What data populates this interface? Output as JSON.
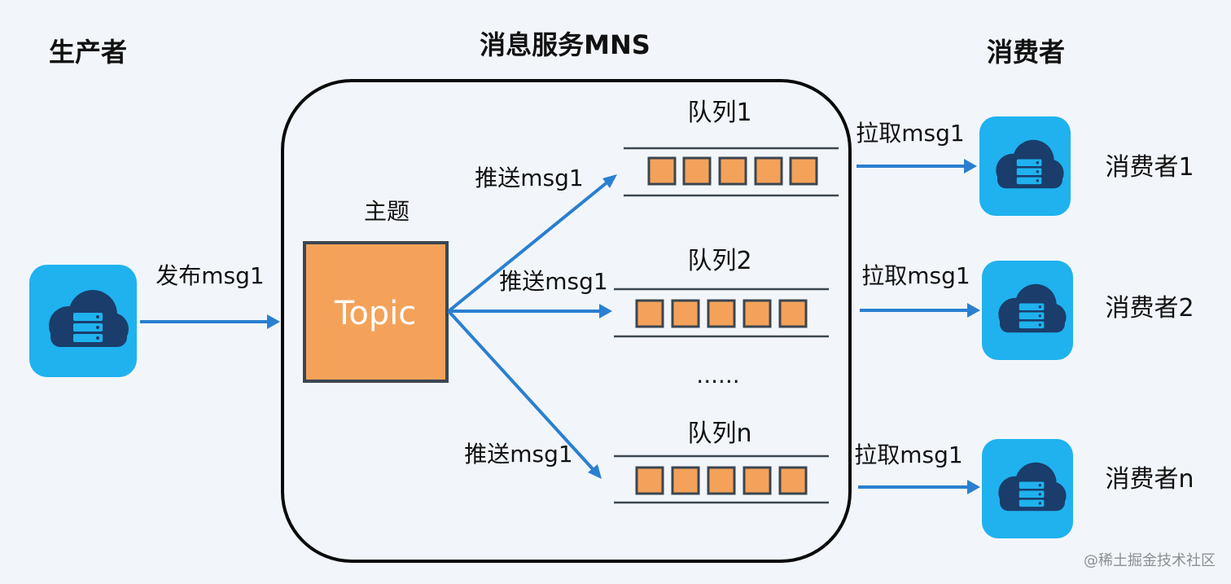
{
  "headings": {
    "producer": "生产者",
    "service": "消息服务MNS",
    "consumer": "消费者"
  },
  "producer": {
    "icon": "cloud-server-icon",
    "publish_label": "发布msg1"
  },
  "topic": {
    "title": "主题",
    "label": "Topic"
  },
  "push_label": "推送msg1",
  "pull_label": "拉取msg1",
  "ellipsis": "......",
  "queues": [
    {
      "title": "队列1",
      "consumer": "消费者1"
    },
    {
      "title": "队列2",
      "consumer": "消费者2"
    },
    {
      "title": "队列n",
      "consumer": "消费者n"
    }
  ],
  "colors": {
    "icon_blue": "#1fb2ee",
    "icon_dark": "#1a3d6b",
    "topic_orange": "#f4a25a",
    "arrow_blue": "#2a7fd0"
  },
  "watermark": "@稀土掘金技术社区"
}
